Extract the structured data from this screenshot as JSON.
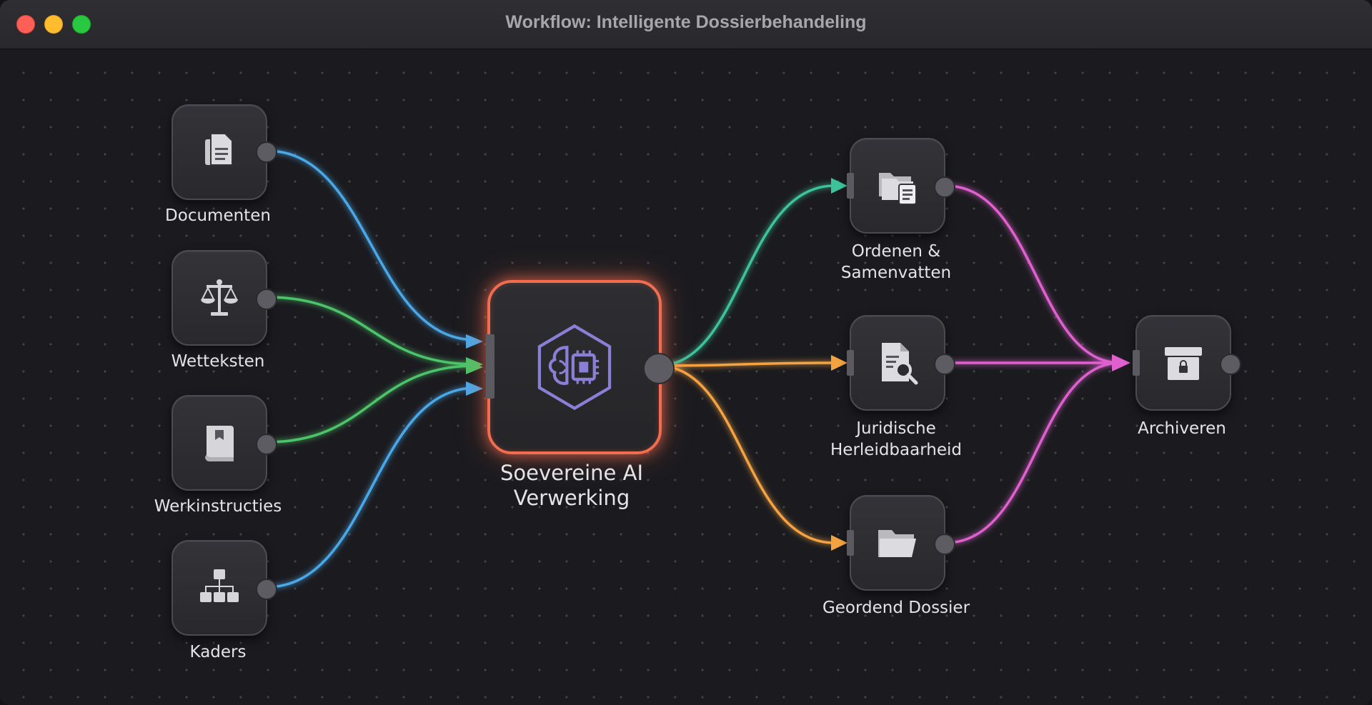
{
  "window": {
    "title": "Workflow: Intelligente Dossierbehandeling"
  },
  "colors": {
    "input_blue": "#4aa8e8",
    "input_green": "#4cc46a",
    "output_teal": "#3cc39a",
    "output_orange": "#f5a342",
    "archive_magenta": "#e060d0",
    "center_border": "#f26c4f",
    "ai_icon": "#8a7fd6"
  },
  "inputs": [
    {
      "label": "Documenten",
      "icon": "documents-icon"
    },
    {
      "label": "Wetteksten",
      "icon": "scales-icon"
    },
    {
      "label": "Werkinstructies",
      "icon": "book-icon"
    },
    {
      "label": "Kaders",
      "icon": "org-chart-icon"
    }
  ],
  "processor": {
    "label_line1": "Soevereine AI",
    "label_line2": "Verwerking",
    "icon": "ai-brain-chip-icon"
  },
  "outputs": [
    {
      "label_line1": "Ordenen &",
      "label_line2": "Samenvatten",
      "icon": "folder-document-icon"
    },
    {
      "label_line1": "Juridische",
      "label_line2": "Herleidbaarheid",
      "icon": "document-search-icon"
    },
    {
      "label_line1": "Geordend Dossier",
      "label_line2": "",
      "icon": "open-folder-icon"
    }
  ],
  "final": {
    "label": "Archiveren",
    "icon": "archive-box-icon"
  }
}
